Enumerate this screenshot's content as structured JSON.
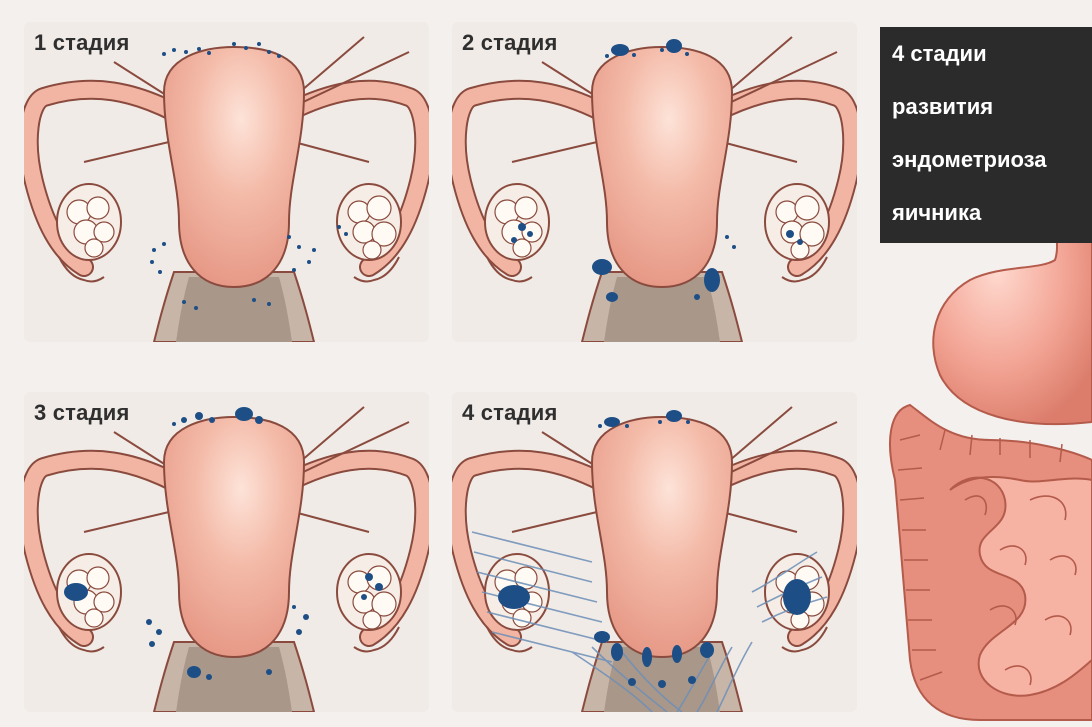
{
  "panels": [
    {
      "label": "1 стадия"
    },
    {
      "label": "2 стадия"
    },
    {
      "label": "3 стадия"
    },
    {
      "label": "4 стадия"
    }
  ],
  "title": {
    "lines": [
      "4 стадии",
      "развития",
      "эндометриоза",
      "яичника"
    ]
  },
  "colors": {
    "uterus": "#f2b5a3",
    "uterus_outline": "#8a4b3e",
    "lesion": "#1d4f86",
    "background": "#f1ebe7",
    "title_bg": "#2b2b2b",
    "intestine": "#f09c8e"
  },
  "icons": [
    "uterus-illustration",
    "ovary-illustration",
    "lesion-dots",
    "adhesion-fibers",
    "stomach-illustration",
    "intestine-illustration"
  ]
}
